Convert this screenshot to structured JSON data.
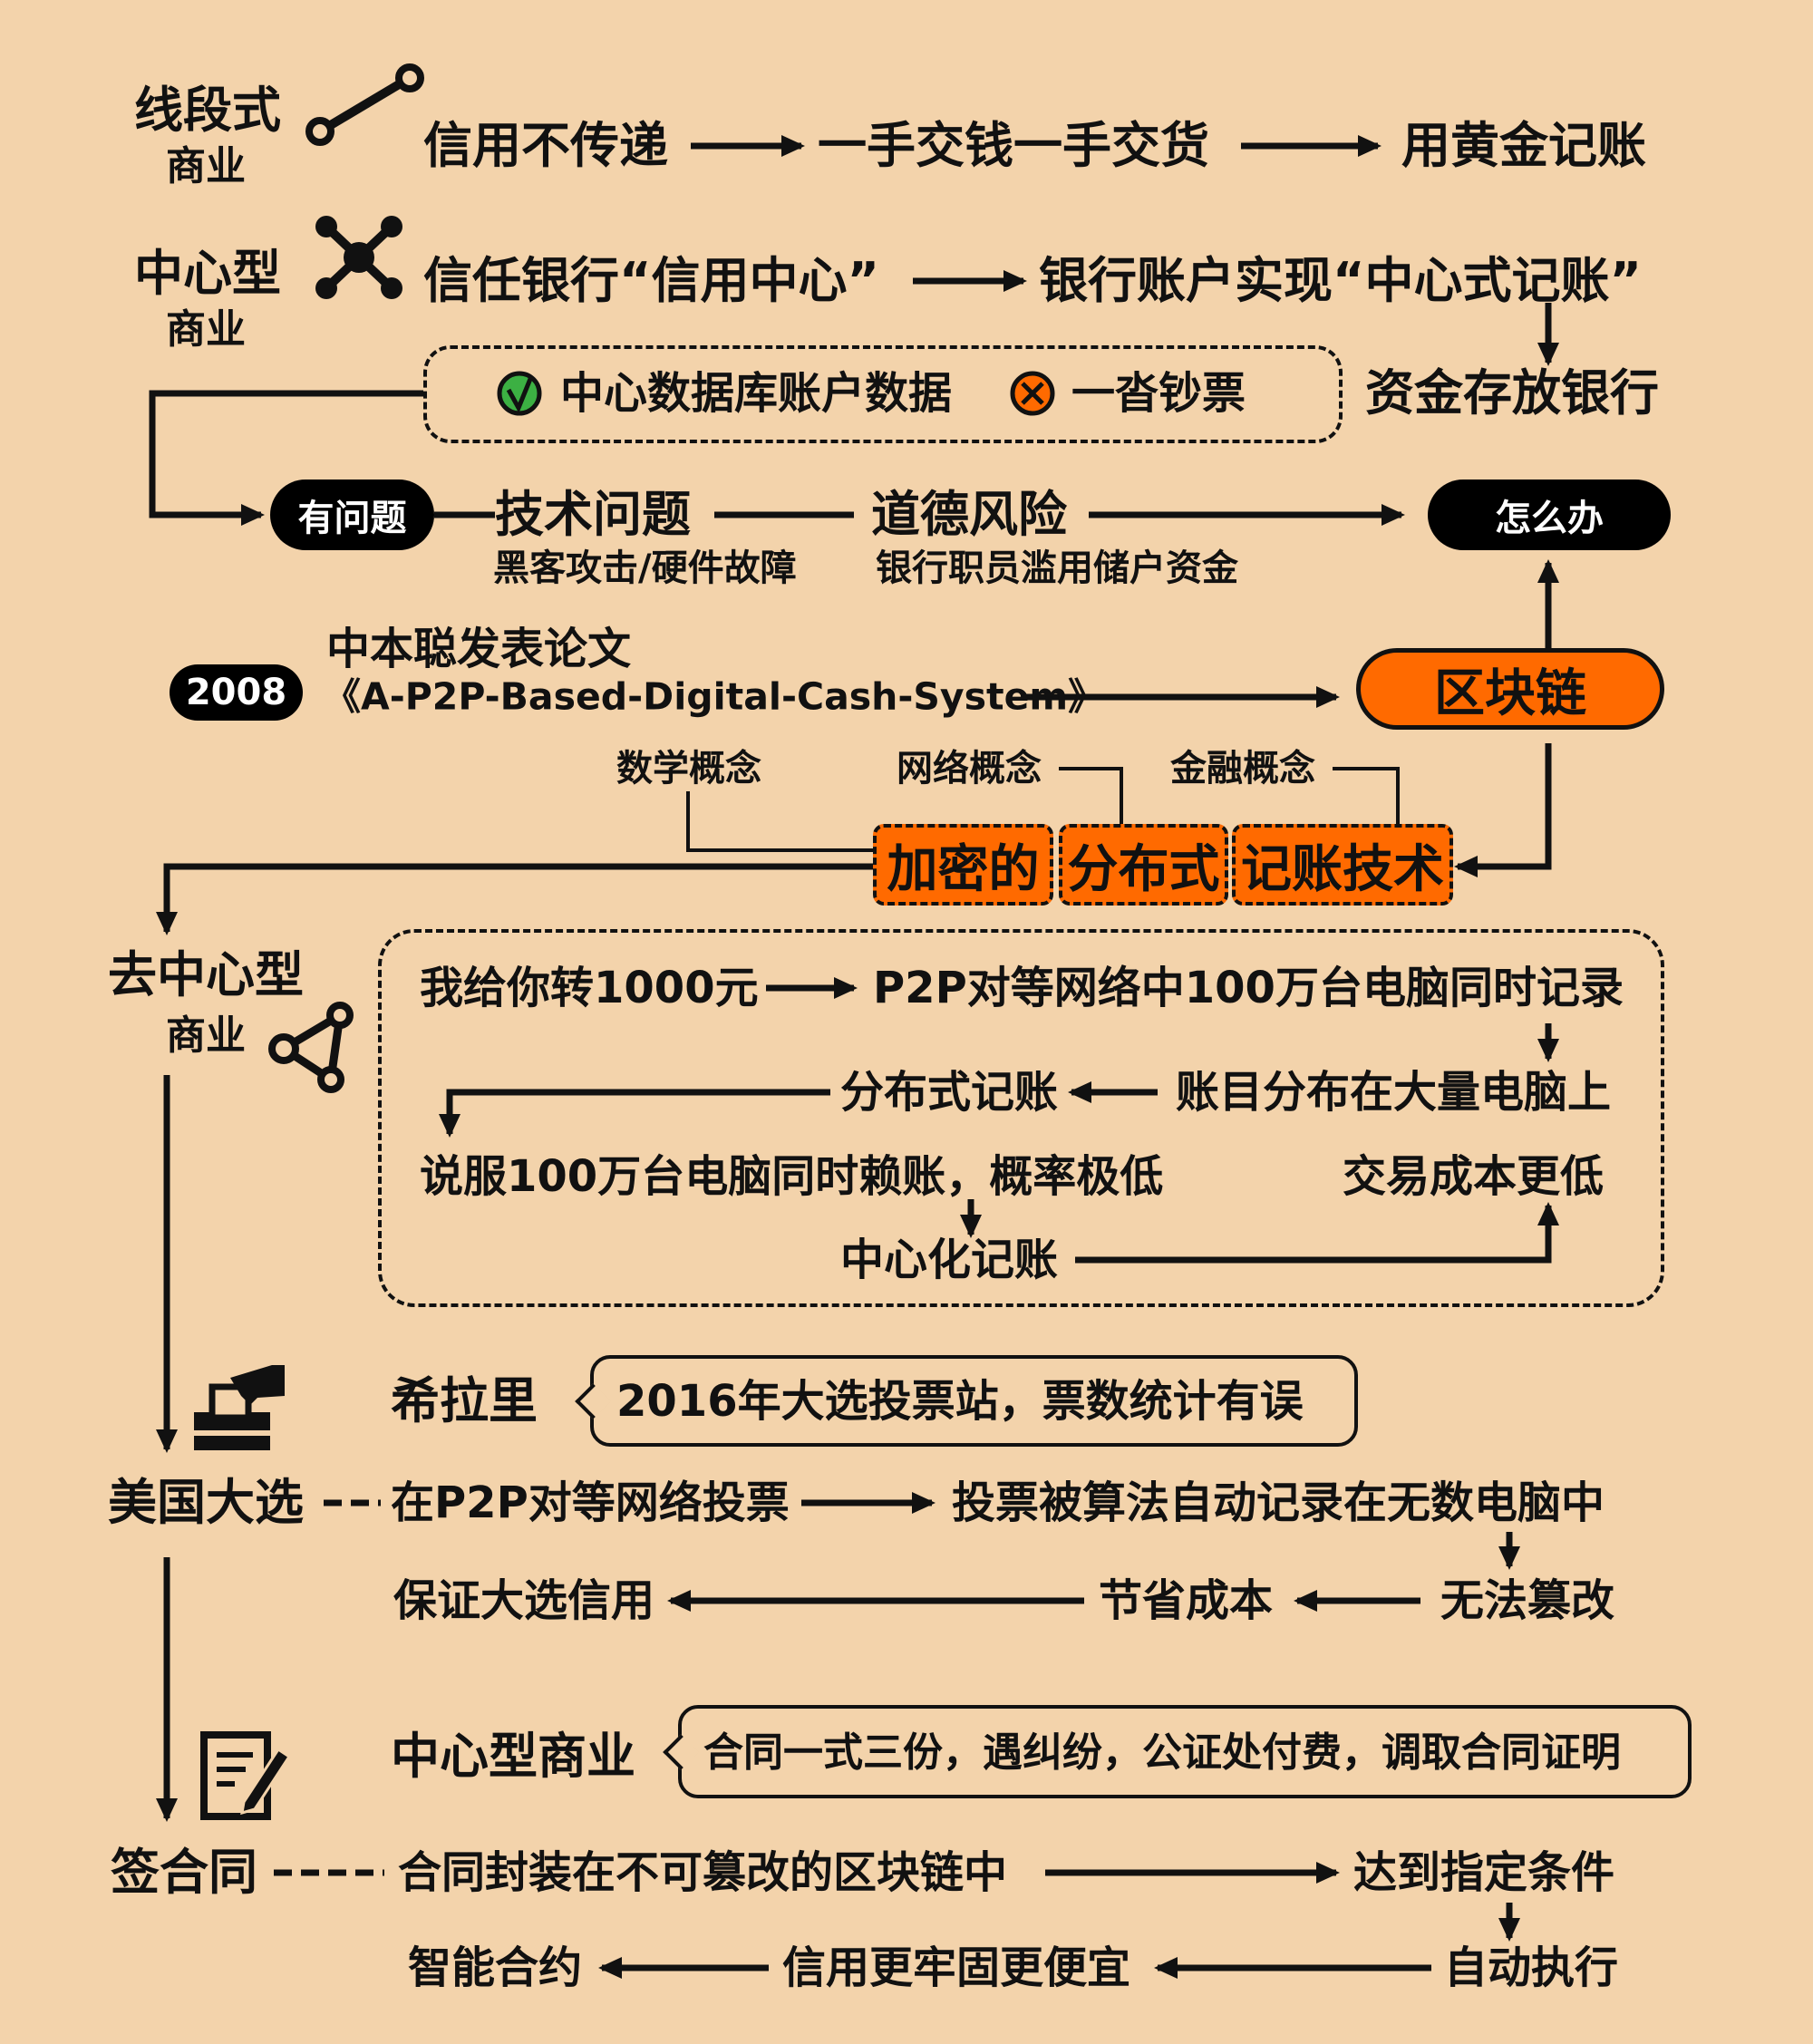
{
  "row_linear": {
    "label": "线段式",
    "sub": "商业",
    "icon": "line-segment-icon",
    "steps": [
      "信用不传递",
      "一手交钱一手交货",
      "用黄金记账"
    ]
  },
  "row_central": {
    "label": "中心型",
    "sub": "商业",
    "icon": "hub-nodes-icon",
    "steps": [
      "信任银行“信用中心”",
      "银行账户实现“中心式记账”",
      "资金存放银行"
    ],
    "box": {
      "good": "中心数据库账户数据",
      "bad": "一沓钞票"
    }
  },
  "problems": {
    "pill": "有问题",
    "tech": "技术问题",
    "tech_sub": "黑客攻击/硬件故障",
    "moral": "道德风险",
    "moral_sub": "银行职员滥用储户资金",
    "what": "怎么办"
  },
  "satoshi": {
    "year": "2008",
    "line1": "中本聪发表论文",
    "paper": "《A-P2P-Based-Digital-Cash-System》",
    "blockchain": "区块链"
  },
  "concepts": {
    "math": "数学概念",
    "network": "网络概念",
    "finance": "金融概念",
    "terms": [
      "加密的",
      "分布式",
      "记账技术"
    ]
  },
  "decentral": {
    "label": "去中心型",
    "sub": "商业",
    "icon": "share-nodes-icon",
    "flow": {
      "transfer": "我给你转1000元",
      "record": "P2P对等网络中100万台电脑同时记录",
      "spread": "账目分布在大量电脑上",
      "distributed": "分布式记账",
      "persuade": "说服100万台电脑同时赖账，概率极低",
      "cost": "交易成本更低",
      "central": "中心化记账"
    }
  },
  "election": {
    "icon": "ballot-box-icon",
    "name": "希拉里",
    "callout": "2016年大选投票站，票数统计有误",
    "label": "美国大选",
    "vote": "在P2P对等网络投票",
    "recorded": "投票被算法自动记录在无数电脑中",
    "immutable": "无法篡改",
    "save": "节省成本",
    "trust": "保证大选信用"
  },
  "contract": {
    "icon": "contract-pen-icon",
    "central": "中心型商业",
    "callout": "合同一式三份，遇纠纷，公证处付费，调取合同证明",
    "label": "签合同",
    "seal": "合同封装在不可篡改的区块链中",
    "condition": "达到指定条件",
    "auto": "自动执行",
    "cheaper": "信用更牢固更便宜",
    "smart": "智能合约"
  },
  "colors": {
    "background": "#f3d3ab",
    "accent": "#ff6a00",
    "ink": "#111111",
    "check": "#3cb043"
  }
}
